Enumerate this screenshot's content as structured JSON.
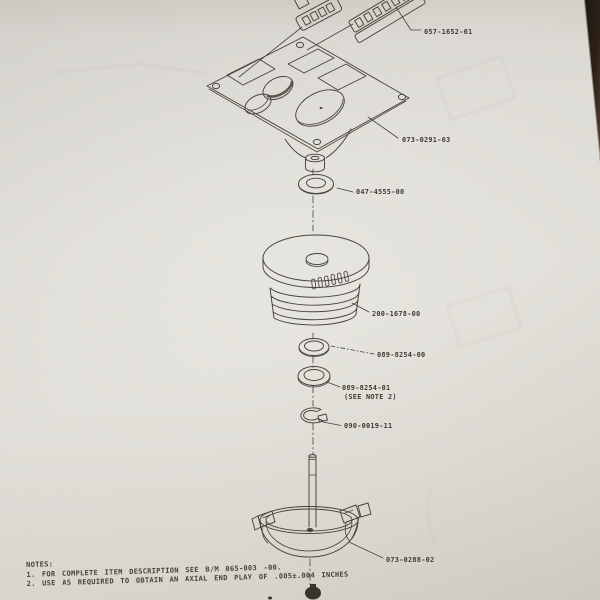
{
  "document": {
    "kind": "scanned exploded-parts diagram page",
    "subject": "knob / front panel assembly exploded view"
  },
  "parts": [
    {
      "name": "connector",
      "part_number": "057-1652-01"
    },
    {
      "name": "front-panel",
      "part_number": "073-0291-03"
    },
    {
      "name": "flat-washer",
      "part_number": "047-4555-00"
    },
    {
      "name": "knob-drum",
      "part_number": "200-1678-00"
    },
    {
      "name": "washer",
      "part_number": "089-8254-00"
    },
    {
      "name": "spacer-washer",
      "part_number": "089-8254-01",
      "note_ref": "(SEE NOTE 2)"
    },
    {
      "name": "retaining-ring",
      "part_number": "090-0019-11"
    },
    {
      "name": "housing-cup",
      "part_number": "073-0288-02"
    }
  ],
  "notes": {
    "heading": "NOTES:",
    "lines": [
      "1. FOR COMPLETE ITEM DESCRIPTION SEE B/M 065-003 -00.",
      "2. USE AS REQUIRED TO OBTAIN AN AXIAL END PLAY OF .005±.004 INCHES"
    ]
  },
  "colors": {
    "paper": "#e3e1da",
    "ink": "#46433c",
    "photo_backdrop": "#231c16"
  }
}
